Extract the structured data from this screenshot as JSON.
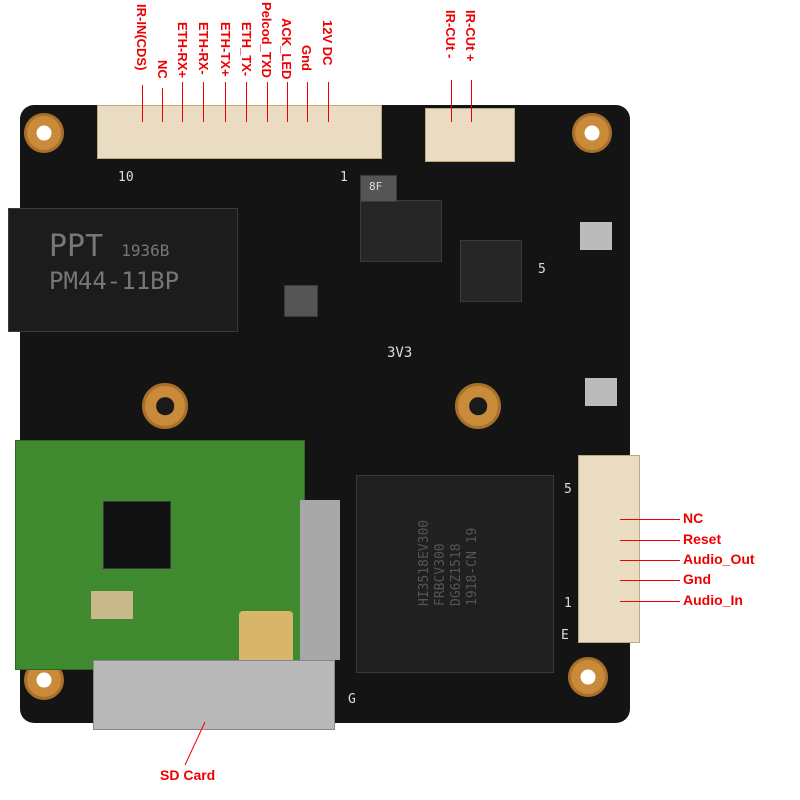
{
  "top_connector_pins": [
    "IR-IN(CDS)",
    "NC",
    "ETH-RX+",
    "ETH-RX-",
    "ETH-TX+",
    "ETH_TX-",
    "Pelcod_TXD",
    "ACK_LED",
    "Gnd",
    "12V DC"
  ],
  "ircut_pins": [
    "IR-CUt -",
    "IR-CUt +"
  ],
  "audio_connector_pins": [
    "NC",
    "Reset",
    "Audio_Out",
    "Gnd",
    "Audio_In"
  ],
  "sd_card_label": "SD Card",
  "silkscreen": {
    "transformer_brand": "PPT",
    "transformer_code": "1936B",
    "transformer_model": "PM44-11BP",
    "voltage": "3V3",
    "pin_10": "10",
    "pin_1": "1",
    "pin_5": "5",
    "audio_pin_5": "5",
    "audio_pin_1": "1",
    "ground_mark": "G",
    "e_mark": "E",
    "bf_mark": "8F"
  },
  "soc_marking": [
    "HI3518EV300",
    "FRBCV300",
    "DG6Z1518",
    "1918-CN 19"
  ],
  "colors": {
    "label": "#ee0000",
    "board": "#141414",
    "wifi_module": "#3f8a2e",
    "gold": "#c98a3a"
  }
}
